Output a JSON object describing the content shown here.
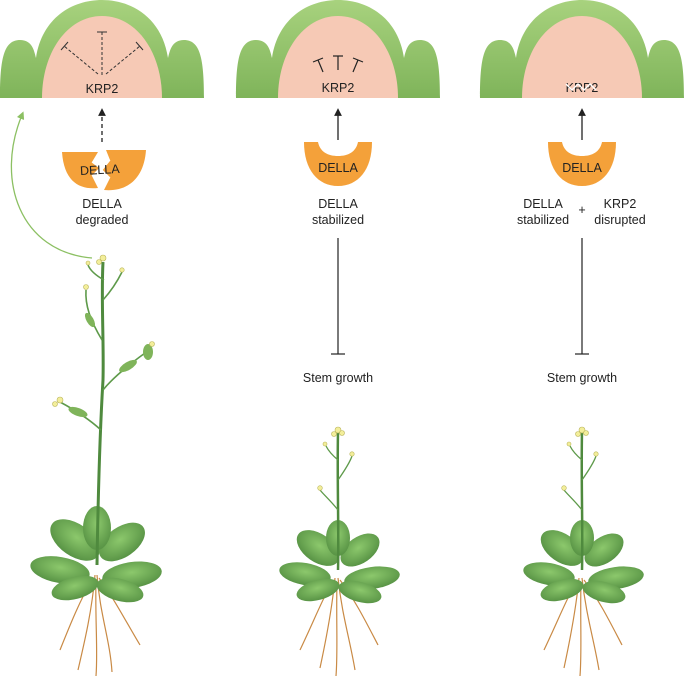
{
  "panels": [
    {
      "meristem_label": "KRP2",
      "protein_label": "DELLA",
      "caption_line1": "DELLA",
      "caption_line2": "degraded"
    },
    {
      "meristem_label": "KRP2",
      "protein_label": "DELLA",
      "caption_line1": "DELLA",
      "caption_line2": "stabilized",
      "outcome": "Stem growth"
    },
    {
      "meristem_label": "KRP2",
      "protein_label": "DELLA",
      "caption_left_line1": "DELLA",
      "caption_left_line2": "stabilized",
      "caption_plus": "+",
      "caption_right_line1": "KRP2",
      "caption_right_line2": "disrupted",
      "outcome": "Stem growth"
    }
  ],
  "colors": {
    "meristem_green": "#8cc063",
    "meristem_core": "#f6c9b5",
    "della_orange": "#f4a13a",
    "plant_green": "#5e9a4a",
    "root_brown": "#c98a45",
    "flower_yellow": "#f3ee9a"
  }
}
